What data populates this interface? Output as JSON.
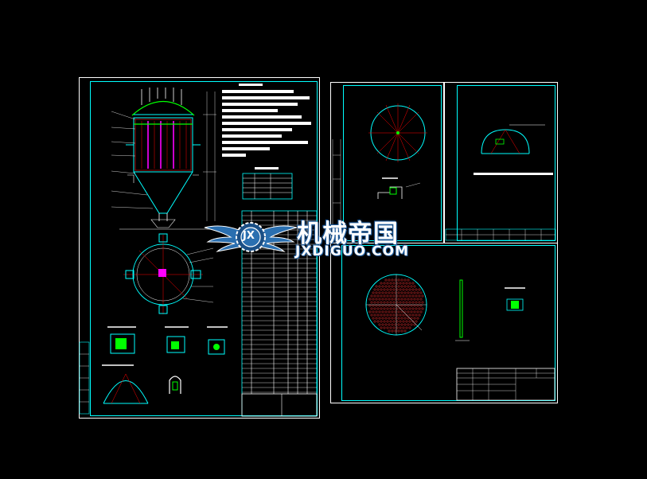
{
  "watermark": {
    "brand_cn": "机械帝国",
    "brand_en": "JXDIGUO.COM",
    "logo_text": "JX"
  },
  "colors": {
    "background": "#000000",
    "sheet_border": "#ffffff",
    "frame_border": "#00ffff",
    "section_lines": "#ff0000",
    "highlight": "#ff00ff",
    "dimension": "#00ff00"
  },
  "icons": [
    "gear-icon",
    "wings-icon"
  ]
}
